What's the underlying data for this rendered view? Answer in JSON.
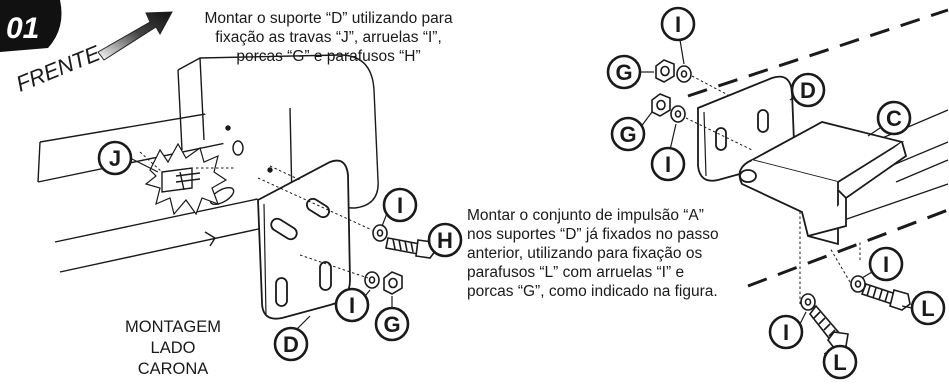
{
  "step": {
    "number": "01",
    "direction_label": "FRENTE",
    "badge_color": "#111111"
  },
  "instruction_top": [
    "Montar o suporte “D” utilizando para",
    "fixação as travas “J”, arruelas “I”,",
    "porcas “G” e parafusos “H”"
  ],
  "instruction_right": [
    "Montar o conjunto de impulsão “A”",
    "nos suportes “D” já fixados no passo",
    "anterior, utilizando para fixação os",
    "parafusos “L” com arruelas “I” e",
    "porcas “G”, como indicado na figura."
  ],
  "side_label": [
    "MONTAGEM",
    "LADO",
    "CARONA"
  ],
  "callouts": {
    "j": "J",
    "i_left_top": "I",
    "h": "H",
    "i_left_bottom": "I",
    "g_left": "G",
    "d_left": "D",
    "i_right_top": "I",
    "g_right_top": "G",
    "g_right_mid": "G",
    "i_right_mid": "I",
    "d_right": "D",
    "c": "C",
    "i_right_low": "I",
    "l_right": "L",
    "i_right_bottom": "I",
    "l_bottom": "L"
  },
  "colors": {
    "line": "#1a1a1a",
    "fill": "#ffffff",
    "arrow": "#222222"
  }
}
